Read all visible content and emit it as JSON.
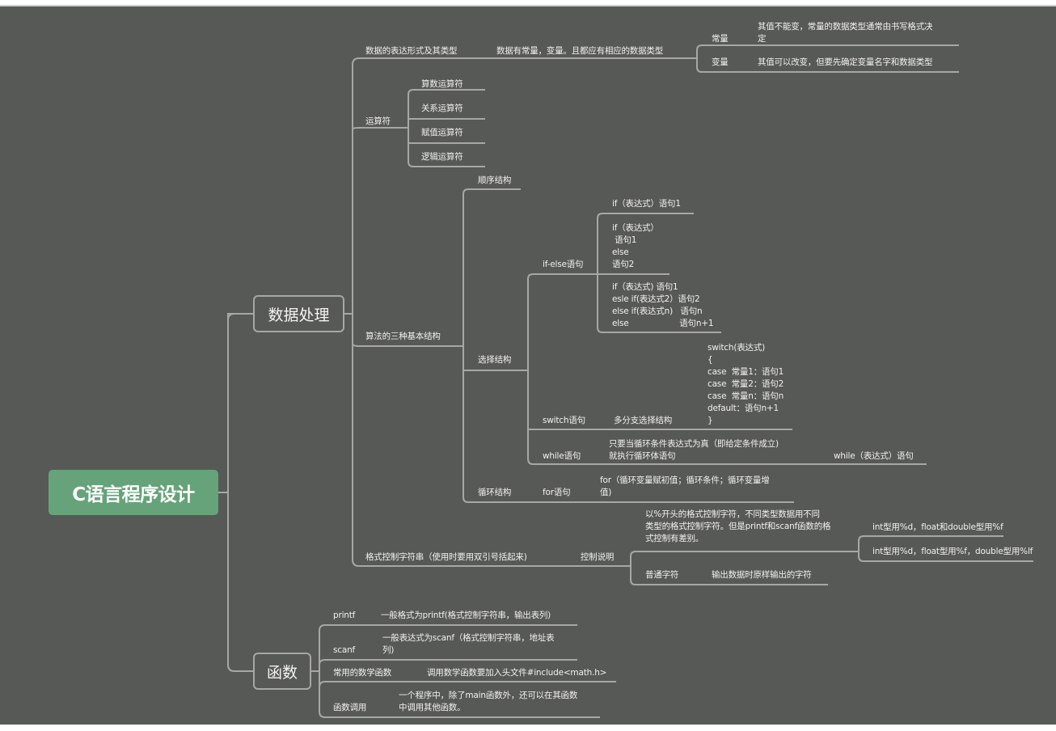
{
  "root": {
    "label": "C语言程序设计",
    "color": "#66a37a"
  },
  "colors": {
    "background": "#575956",
    "line": "#a7a8a5",
    "text": "#f1f1ef"
  },
  "branches": {
    "data_processing": {
      "label": "数据处理",
      "data_forms": {
        "label": "数据的表达形式及其类型",
        "desc": "数据有常量，变量。且都应有相应的数据类型",
        "constant": {
          "label": "常量",
          "desc": "其值不能变，常量的数据类型通常由书写格式决\n定"
        },
        "variable": {
          "label": "变量",
          "desc": "其值可以改变，但要先确定变量名字和数据类型"
        }
      },
      "operators": {
        "label": "运算符",
        "items": [
          "算数运算符",
          "关系运算符",
          "赋值运算符",
          "逻辑运算符"
        ]
      },
      "structures": {
        "label": "算法的三种基本结构",
        "sequence": "顺序结构",
        "selection": {
          "label": "选择结构",
          "if_else": {
            "label": "if-else语句",
            "forms": [
              "if（表达式）语句1",
              "if（表达式）\n 语句1\nelse\n语句2",
              "if（表达式) 语句1\nesle if(表达式2）语句2\nelse if(表达式n)   语句n\nelse                    语句n+1"
            ]
          },
          "switch": {
            "label": "switch语句",
            "desc": "多分支选择结构",
            "code": "switch(表达式)\n{\ncase  常量1：语句1\ncase  常量2：语句2\ncase  常量n：语句n\ndefault：语句n+1\n}"
          }
        },
        "loop": {
          "label": "循环结构",
          "while": {
            "label": "while语句",
            "desc": "只要当循环条件表达式为真（即给定条件成立)\n就执行循环体语句",
            "syntax": "while（表达式）语句"
          },
          "for": {
            "label": "for语句",
            "desc": "for（循环变量赋初值；循环条件；循环变量增\n值)"
          }
        }
      },
      "format_string": {
        "label": "格式控制字符串（使用时要用双引号括起来)",
        "control": {
          "label": "控制说明",
          "desc": "以%开头的格式控制字符，不同类型数据用不同\n类型的格式控制字符。但是printf和scanf函数的格\n式控制有差别。",
          "printf_rule": "int型用%d，float和double型用%f",
          "scanf_rule": "int型用%d，float型用%f，double型用%lf"
        },
        "plain": {
          "label": "普通字符",
          "desc": "输出数据时原样输出的字符"
        }
      }
    },
    "functions": {
      "label": "函数",
      "items": [
        {
          "label": "printf",
          "desc": "一般格式为printf(格式控制字符串，输出表列)"
        },
        {
          "label": "scanf",
          "desc": "一般表达式为scanf（格式控制字符串，地址表\n列)"
        },
        {
          "label": "常用的数学函数",
          "desc": "调用数学函数要加入头文件#include<math.h>"
        },
        {
          "label": "函数调用",
          "desc": "一个程序中，除了main函数外，还可以在其函数\n中调用其他函数。"
        }
      ]
    }
  }
}
